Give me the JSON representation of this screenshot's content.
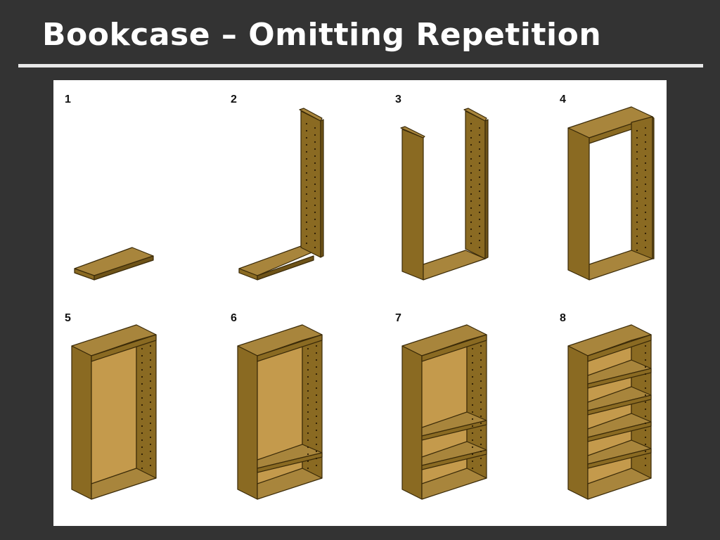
{
  "slide": {
    "title": "Bookcase – Omitting Repetition"
  },
  "steps": [
    {
      "label": "1"
    },
    {
      "label": "2"
    },
    {
      "label": "3"
    },
    {
      "label": "4"
    },
    {
      "label": "5"
    },
    {
      "label": "6"
    },
    {
      "label": "7"
    },
    {
      "label": "8"
    }
  ],
  "colors": {
    "background": "#333333",
    "title_text": "#ffffff",
    "rule": "#e8e8e8",
    "panel": "#ffffff",
    "wood_front": "#8a6a22",
    "wood_top": "#a8853c",
    "wood_side": "#6e5318",
    "back_panel": "#c49a4c",
    "outline": "#3a2a08"
  }
}
